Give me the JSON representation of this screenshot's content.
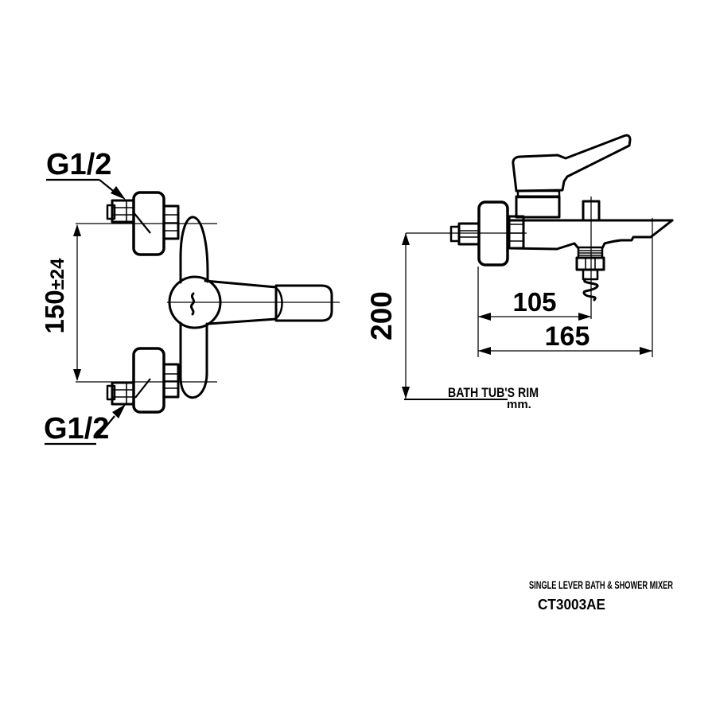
{
  "colors": {
    "line": "#000000",
    "background": "#ffffff"
  },
  "front_view": {
    "thread_top": "G1/2",
    "thread_bottom": "G1/2",
    "center_distance": {
      "value": "150",
      "tolerance": "±24"
    }
  },
  "side_view": {
    "dim_height_above_rim": "200",
    "dim_wall_to_diverter": "105",
    "dim_wall_to_spout": "165",
    "rim_label": "BATH TUB'S RIM",
    "unit_label": "mm."
  },
  "caption": {
    "product": "SINGLE LEVER BATH & SHOWER MIXER",
    "model": "CT3003AE"
  }
}
